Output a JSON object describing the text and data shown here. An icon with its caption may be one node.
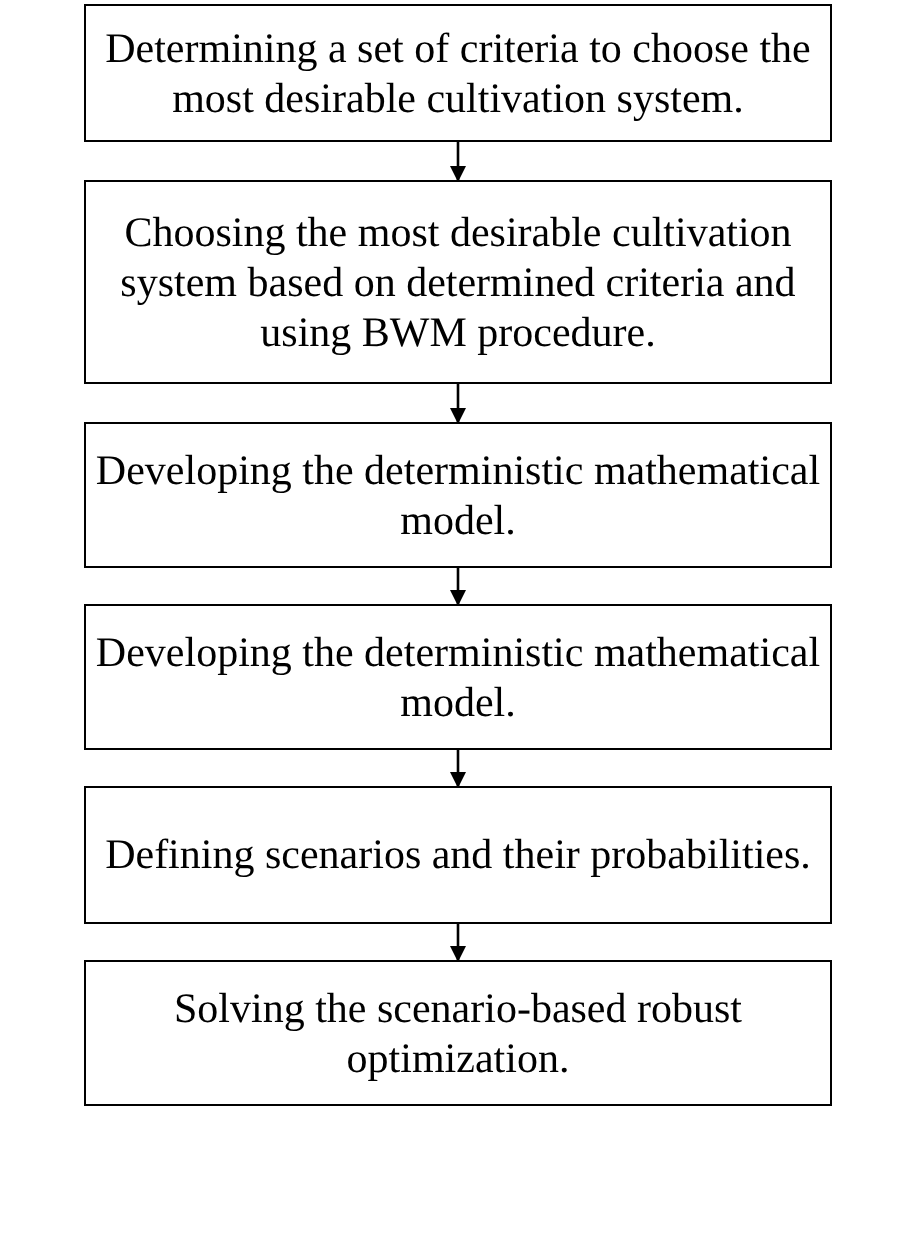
{
  "diagram": {
    "nodes": [
      {
        "text": [
          "Determining a set of criteria to choose the most desirable cultivation system."
        ]
      },
      {
        "text": [
          "Choosing the most desirable cultivation system based on determined criteria and using BWM procedure."
        ]
      },
      {
        "text": [
          "Developing the deterministic mathematical model."
        ]
      },
      {
        "text": [
          "Developing the deterministic mathematical model."
        ]
      },
      {
        "text": [
          "Defining scenarios and their probabilities."
        ]
      },
      {
        "text": [
          "Solving the scenario-based robust optimization."
        ]
      }
    ],
    "edges": [
      {
        "from": 0,
        "to": 1,
        "arrow": "to"
      },
      {
        "from": 1,
        "to": 2,
        "arrow": "to"
      },
      {
        "from": 2,
        "to": 3,
        "arrow": "to"
      },
      {
        "from": 3,
        "to": 4,
        "arrow": "to"
      },
      {
        "from": 4,
        "to": 5,
        "arrow": "to"
      }
    ]
  }
}
